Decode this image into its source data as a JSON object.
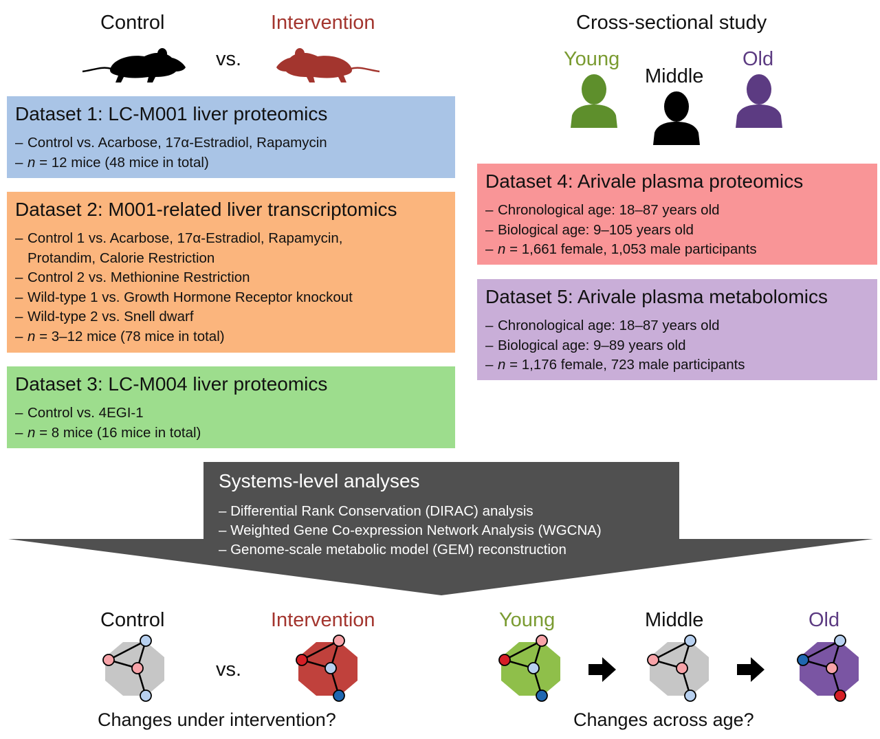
{
  "top_left": {
    "control_label": "Control",
    "intervention_label": "Intervention",
    "vs_label": "vs."
  },
  "top_right": {
    "title": "Cross-sectional study",
    "young_label": "Young",
    "middle_label": "Middle",
    "old_label": "Old"
  },
  "datasets": [
    {
      "title": "Dataset 1: LC-M001 liver proteomics",
      "lines": [
        "Control vs. Acarbose, 17α-Estradiol, Rapamycin"
      ],
      "n_value": "= 12 mice (48 mice in total)",
      "color": "#a9c4e6"
    },
    {
      "title": "Dataset 2: M001-related liver transcriptomics",
      "lines": [
        "Control 1 vs. Acarbose, 17α-Estradiol, Rapamycin,",
        "Protandim, Calorie Restriction",
        "Control 2 vs. Methionine Restriction",
        "Wild-type 1 vs. Growth Hormone Receptor knockout",
        "Wild-type 2 vs. Snell dwarf"
      ],
      "n_value": "= 3–12 mice (78 mice in total)",
      "color": "#fbb57d"
    },
    {
      "title": "Dataset 3: LC-M004 liver proteomics",
      "lines": [
        "Control vs. 4EGI-1"
      ],
      "n_value": "= 8 mice (16 mice in total)",
      "color": "#9ddd8d"
    },
    {
      "title": "Dataset 4: Arivale plasma proteomics",
      "lines": [
        "Chronological age: 18–87 years old",
        "Biological age: 9–105 years old"
      ],
      "n_value": "= 1,661 female, 1,053 male participants",
      "color": "#f99597"
    },
    {
      "title": "Dataset 5: Arivale plasma metabolomics",
      "lines": [
        "Chronological age: 18–87 years old",
        "Biological age: 9–89 years old"
      ],
      "n_value": "= 1,176 female, 723 male participants",
      "color": "#c9aed8"
    }
  ],
  "n_symbol": "n",
  "dash_symbol": "–",
  "systems": {
    "title": "Systems-level analyses",
    "lines": [
      "– Differential Rank Conservation (DIRAC) analysis",
      "– Weighted Gene Co-expression Network Analysis (WGCNA)",
      "– Genome-scale metabolic model (GEM) reconstruction"
    ]
  },
  "bottom": {
    "control_label": "Control",
    "intervention_label": "Intervention",
    "vs_label": "vs.",
    "question_left": "Changes under intervention?",
    "young_label": "Young",
    "middle_label": "Middle",
    "old_label": "Old",
    "question_right": "Changes across age?"
  },
  "colors": {
    "intervention": "#a3352e",
    "young": "#5e8f2c",
    "old": "#5c3b82",
    "arrow_dark": "#505050",
    "net_node_light_red": "#f7a3a8",
    "net_node_light_blue": "#b7d0ef",
    "net_node_red": "#d51f26",
    "net_node_blue": "#1f67b1"
  },
  "icons": [
    "mouse-icon",
    "person-icon",
    "network-icon",
    "right-arrow-icon"
  ]
}
